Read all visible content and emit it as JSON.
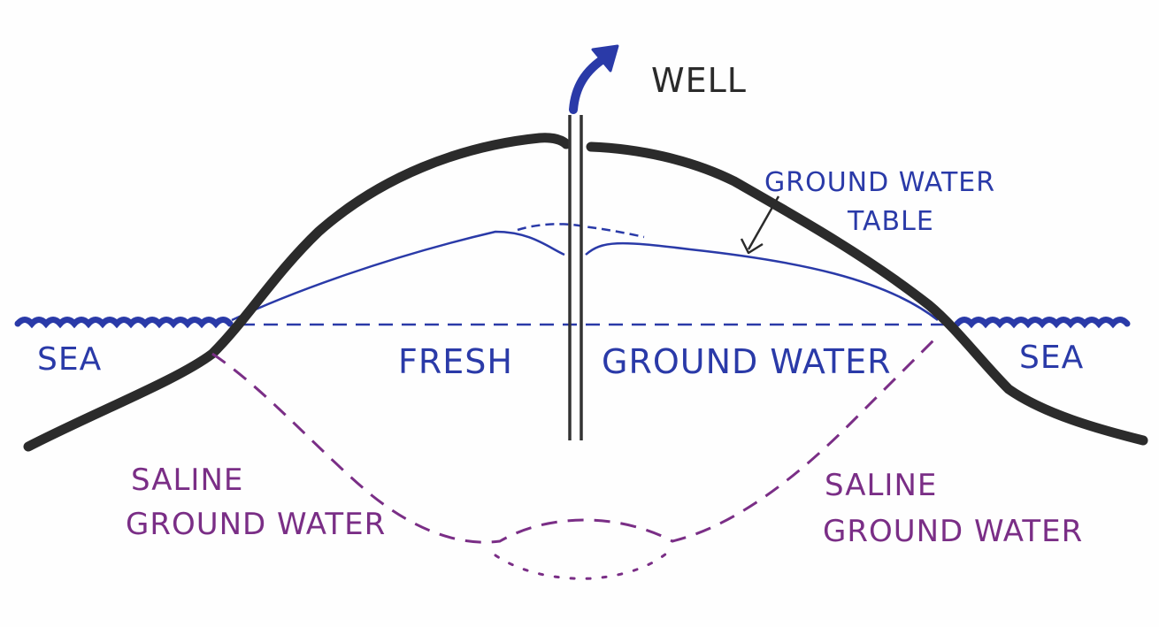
{
  "labels": {
    "well": "WELL",
    "ground_water_table_line1": "GROUND WATER",
    "ground_water_table_line2": "TABLE",
    "sea_left": "SEA",
    "sea_right": "SEA",
    "fresh": "FRESH",
    "ground_water": "GROUND WATER",
    "saline_left_line1": "SALINE",
    "saline_left_line2": "GROUND WATER",
    "saline_right_line1": "SALINE",
    "saline_right_line2": "GROUND WATER"
  },
  "colors": {
    "land": "#2b2b2b",
    "fresh_water": "#2a3aa8",
    "saline": "#7a2e86",
    "well_casing": "#333333"
  }
}
